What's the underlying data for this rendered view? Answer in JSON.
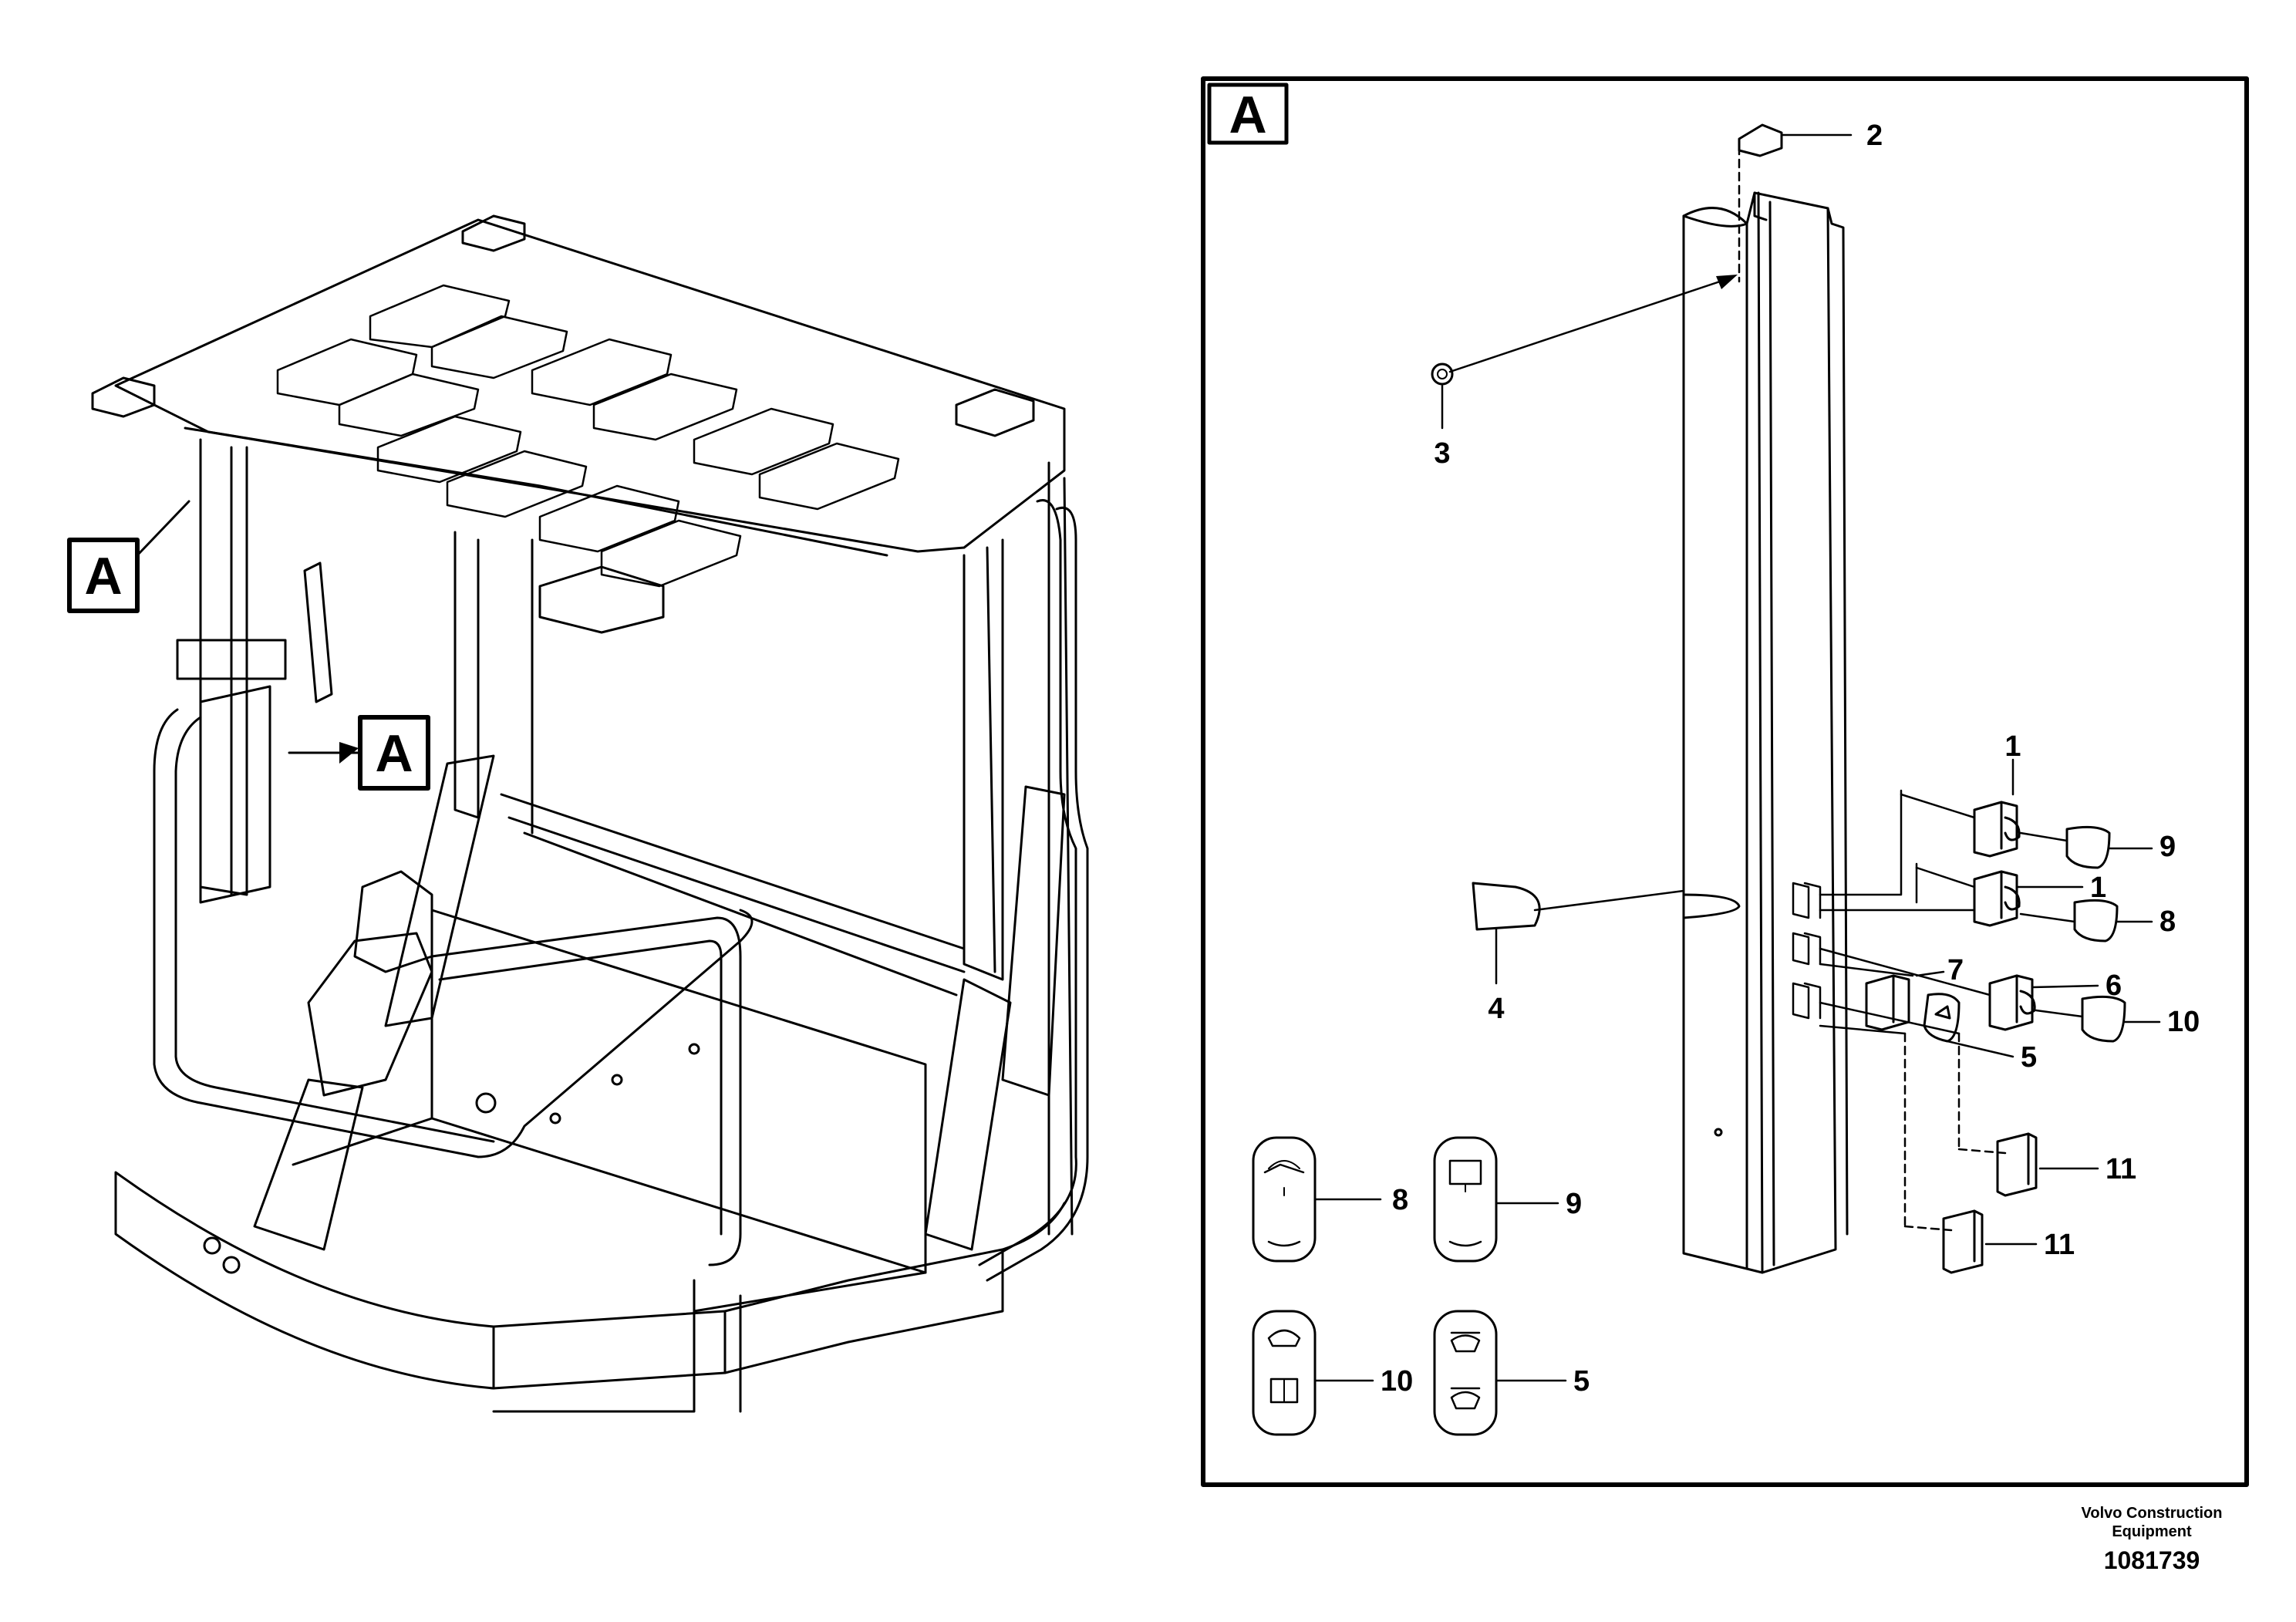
{
  "detail_label": "A",
  "callouts": {
    "c1a": "1",
    "c1b": "1",
    "c2": "2",
    "c3": "3",
    "c4": "4",
    "c5a": "5",
    "c5b": "5",
    "c6": "6",
    "c7": "7",
    "c8a": "8",
    "c8b": "8",
    "c9a": "9",
    "c9b": "9",
    "c10a": "10",
    "c10b": "10",
    "c11a": "11",
    "c11b": "11"
  },
  "footer": {
    "brand_line1": "Volvo Construction",
    "brand_line2": "Equipment",
    "doc_number": "1081739"
  }
}
